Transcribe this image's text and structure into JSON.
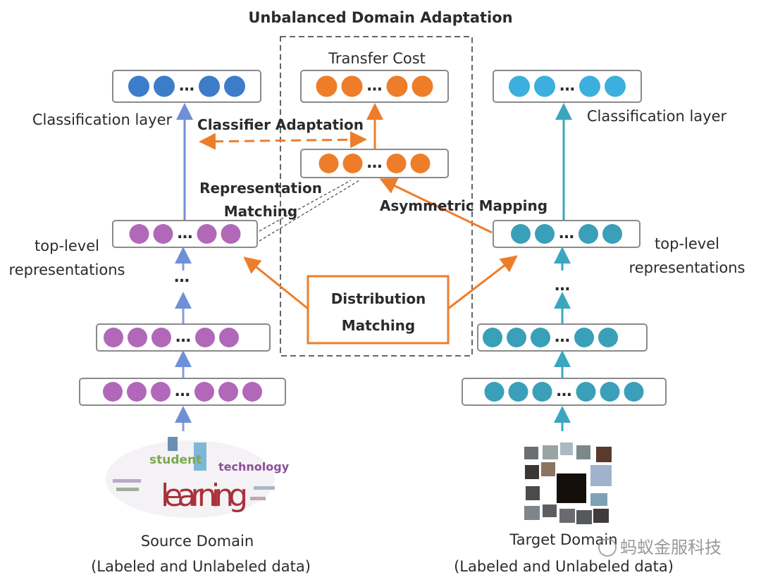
{
  "title": "Unbalanced Domain Adaptation",
  "center": {
    "transfer_cost": "Transfer Cost",
    "classifier_adaptation": "Classifier Adaptation",
    "representation_matching_1": "Representation",
    "representation_matching_2": "Matching",
    "asymmetric_mapping": "Asymmetric Mapping",
    "distribution_matching_1": "Distribution",
    "distribution_matching_2": "Matching"
  },
  "source": {
    "classification_label": "Classification layer",
    "toplevel_label_1": "top-level",
    "toplevel_label_2": "representations",
    "domain_label": "Source Domain",
    "data_label": "(Labeled and Unlabeled data)",
    "wordcloud_words": [
      "learning",
      "student",
      "technology"
    ]
  },
  "target": {
    "classification_label": "Classification layer",
    "toplevel_label_1": "top-level",
    "toplevel_label_2": "representations",
    "domain_label": "Target Domain",
    "data_label": "(Labeled and Unlabeled data)"
  },
  "ellipsis": "…",
  "watermark": "蚂蚁金服科技",
  "colors": {
    "orange": "#ee7d2a",
    "source_classifier": "#3d7cc9",
    "source_hidden": "#b168b9",
    "target_classifier": "#3bb0de",
    "target_hidden": "#3a9fb8",
    "source_arrow": "#8a9bd6",
    "target_arrow": "#3aa7bf",
    "box_border": "#8a8a8a"
  }
}
